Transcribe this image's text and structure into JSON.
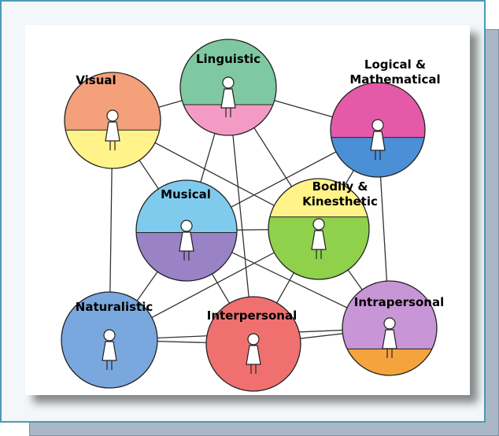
{
  "nodes": [
    {
      "id": "linguistic",
      "label_lines": [
        "Linguistic"
      ],
      "top_color": "#7ec9a2",
      "bottom_color": "#f49bc5"
    },
    {
      "id": "visual",
      "label_lines": [
        "Visual"
      ],
      "top_color": "#f4a07a",
      "bottom_color": "#fff38a"
    },
    {
      "id": "logical",
      "label_lines": [
        "Logical &",
        "Mathematical"
      ],
      "top_color": "#e45aa8",
      "bottom_color": "#4b8fd6"
    },
    {
      "id": "musical",
      "label_lines": [
        "Musical"
      ],
      "top_color": "#7fcbee",
      "bottom_color": "#9a82c6"
    },
    {
      "id": "bodily",
      "label_lines": [
        "Bodily &",
        "Kinesthetic"
      ],
      "top_color": "#fff38a",
      "bottom_color": "#8fd14b"
    },
    {
      "id": "naturalistic",
      "label_lines": [
        "Naturalistic"
      ],
      "top_color": "#7aa8de",
      "bottom_color": "#7aa8de"
    },
    {
      "id": "interpersonal",
      "label_lines": [
        "Interpersonal"
      ],
      "top_color": "#f07070",
      "bottom_color": "#f07070"
    },
    {
      "id": "intrapersonal",
      "label_lines": [
        "Intrapersonal"
      ],
      "top_color": "#c896d6",
      "bottom_color": "#f5a43d"
    }
  ]
}
